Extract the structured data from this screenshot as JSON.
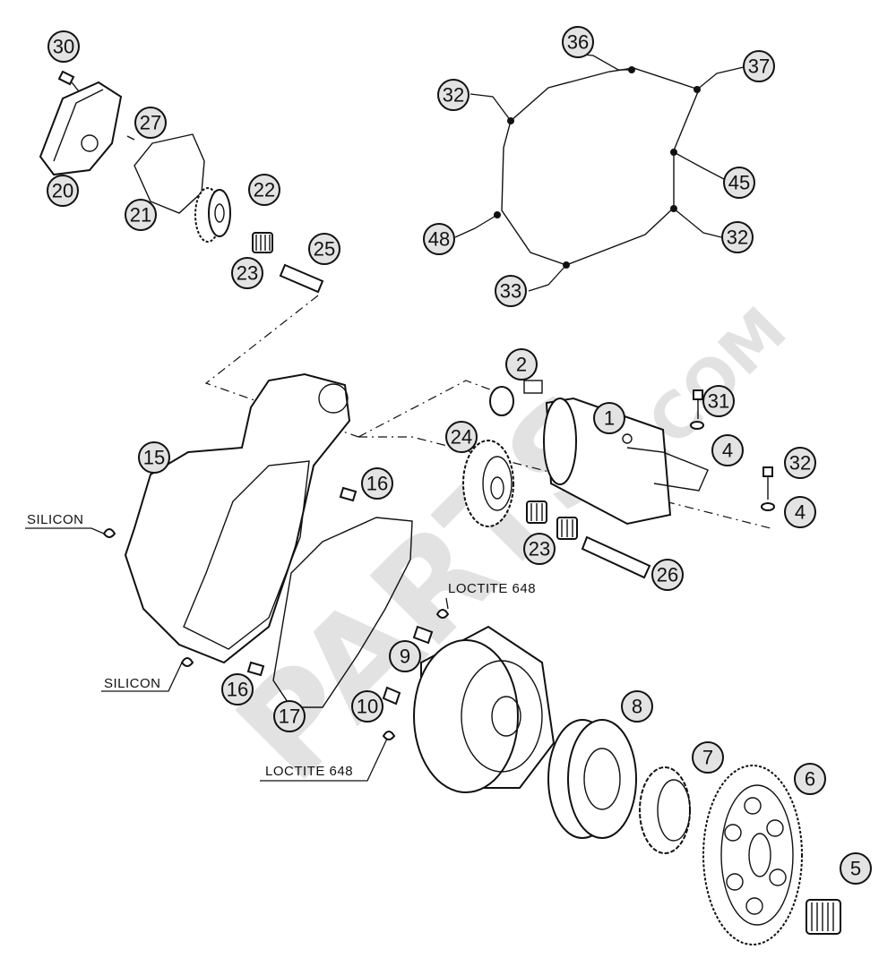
{
  "diagram": {
    "watermark": {
      "text": "PARTS",
      "suffix": ".COM"
    },
    "callouts": [
      {
        "id": "30",
        "label": "30"
      },
      {
        "id": "27",
        "label": "27"
      },
      {
        "id": "20",
        "label": "20"
      },
      {
        "id": "21",
        "label": "21"
      },
      {
        "id": "22",
        "label": "22"
      },
      {
        "id": "23a",
        "label": "23"
      },
      {
        "id": "25",
        "label": "25"
      },
      {
        "id": "36",
        "label": "36"
      },
      {
        "id": "37",
        "label": "37"
      },
      {
        "id": "32a",
        "label": "32"
      },
      {
        "id": "45",
        "label": "45"
      },
      {
        "id": "48",
        "label": "48"
      },
      {
        "id": "32b",
        "label": "32"
      },
      {
        "id": "33",
        "label": "33"
      },
      {
        "id": "2",
        "label": "2"
      },
      {
        "id": "1",
        "label": "1"
      },
      {
        "id": "31",
        "label": "31"
      },
      {
        "id": "24",
        "label": "24"
      },
      {
        "id": "4a",
        "label": "4"
      },
      {
        "id": "15",
        "label": "15"
      },
      {
        "id": "16a",
        "label": "16"
      },
      {
        "id": "32c",
        "label": "32"
      },
      {
        "id": "4b",
        "label": "4"
      },
      {
        "id": "23b",
        "label": "23"
      },
      {
        "id": "26",
        "label": "26"
      },
      {
        "id": "9",
        "label": "9"
      },
      {
        "id": "8",
        "label": "8"
      },
      {
        "id": "16b",
        "label": "16"
      },
      {
        "id": "17",
        "label": "17"
      },
      {
        "id": "10",
        "label": "10"
      },
      {
        "id": "7",
        "label": "7"
      },
      {
        "id": "6",
        "label": "6"
      },
      {
        "id": "5",
        "label": "5"
      }
    ],
    "notes": [
      {
        "id": "silicon-top",
        "text": "SILICON"
      },
      {
        "id": "silicon-bottom",
        "text": "SILICON"
      },
      {
        "id": "loctite-top",
        "text": "LOCTITE 648"
      },
      {
        "id": "loctite-bottom",
        "text": "LOCTITE 648"
      }
    ]
  }
}
